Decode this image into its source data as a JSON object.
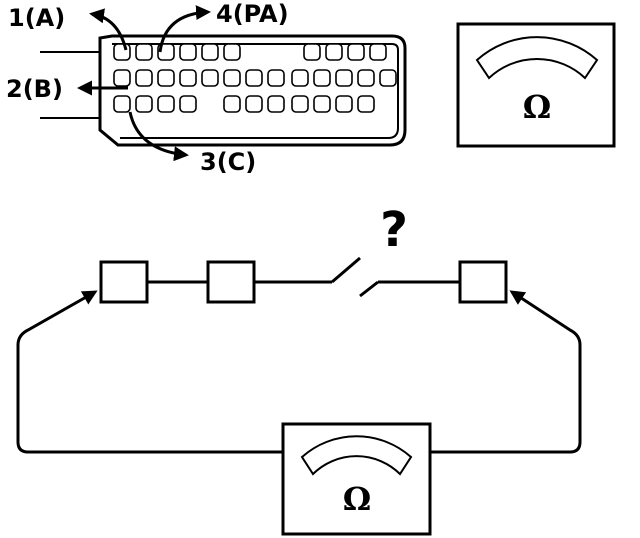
{
  "connector": {
    "pin_labels": [
      {
        "id": "A",
        "text": "1(A)"
      },
      {
        "id": "B",
        "text": "2(B)"
      },
      {
        "id": "C",
        "text": "3(C)"
      },
      {
        "id": "PA",
        "text": "4(PA)"
      }
    ]
  },
  "ohmmeter": {
    "symbol": "Ω"
  },
  "circuit": {
    "unknown_marker": "?"
  }
}
